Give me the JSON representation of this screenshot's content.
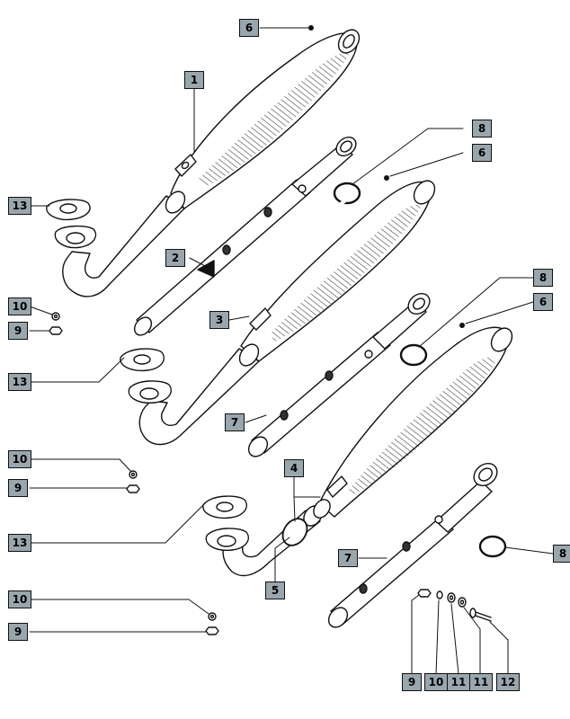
{
  "diagram": {
    "callouts": {
      "c1": "1",
      "c2": "2",
      "c3": "3",
      "c4": "4",
      "c5": "5",
      "c6a": "6",
      "c6b": "6",
      "c6c": "6",
      "c7a": "7",
      "c7b": "7",
      "c8a": "8",
      "c8b": "8",
      "c8c": "8",
      "c9a": "9",
      "c9b": "9",
      "c9c": "9",
      "c9d": "9",
      "c10a": "10",
      "c10b": "10",
      "c10c": "10",
      "c10d": "10",
      "c11a": "11",
      "c11b": "11",
      "c12": "12",
      "c13a": "13",
      "c13b": "13",
      "c13c": "13"
    }
  }
}
